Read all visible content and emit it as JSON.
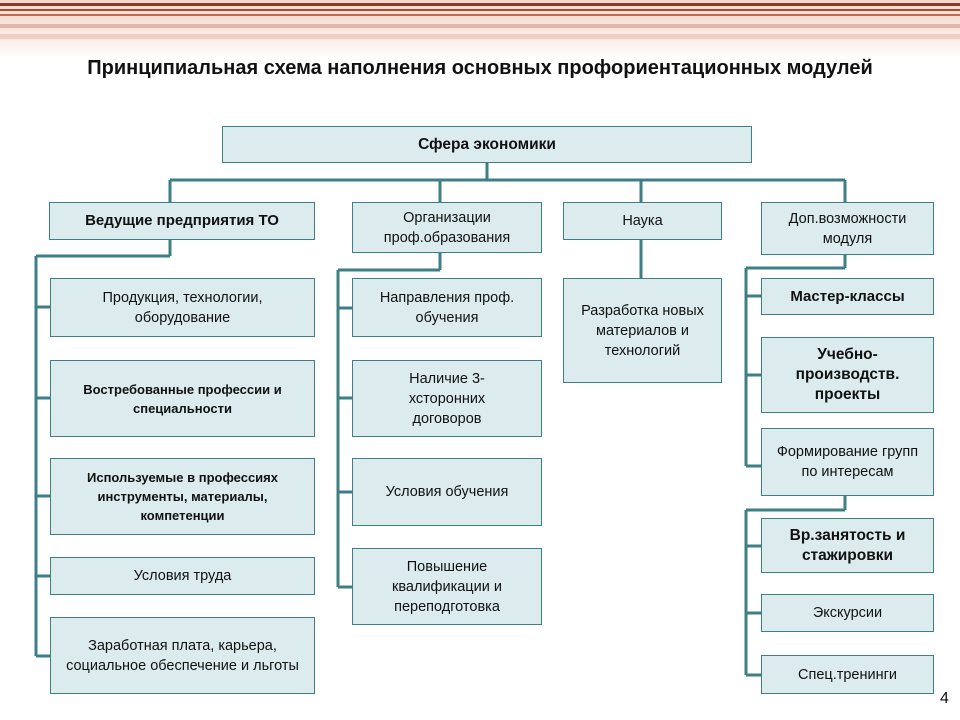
{
  "title": "Принципиальная схема наполнения основных профориентационных модулей",
  "page_number": "4",
  "root": "Сфера экономики",
  "columns": [
    {
      "header": "Ведущие предприятия ТО",
      "items": [
        "Продукция, технологии, оборудование",
        "Востребованные профессии и специальности",
        "Используемые в профессиях инструменты, материалы, компетенции",
        "Условия труда",
        "Заработная плата, карьера, социальное обеспечение и льготы"
      ]
    },
    {
      "header": "Организации проф.образования",
      "items": [
        "Направления проф. обучения",
        "Наличие 3-хсторонних договоров",
        "Условия обучения",
        "Повышение квалификации и переподготовка"
      ]
    },
    {
      "header": "Наука",
      "items": [
        "Разработка новых материалов и технологий"
      ]
    },
    {
      "header": "Доп.возможности модуля",
      "items": [
        "Мастер-классы",
        "Учебно-производств. проекты",
        "Формирование групп по интересам",
        "Вр.занятость и стажировки",
        "Экскурсии",
        "Спец.тренинги"
      ]
    }
  ],
  "colors": {
    "box_fill": "#dcecee",
    "box_border": "#3e7f86",
    "connector": "#3e7f86",
    "header_stripe": "#8b3a26"
  }
}
